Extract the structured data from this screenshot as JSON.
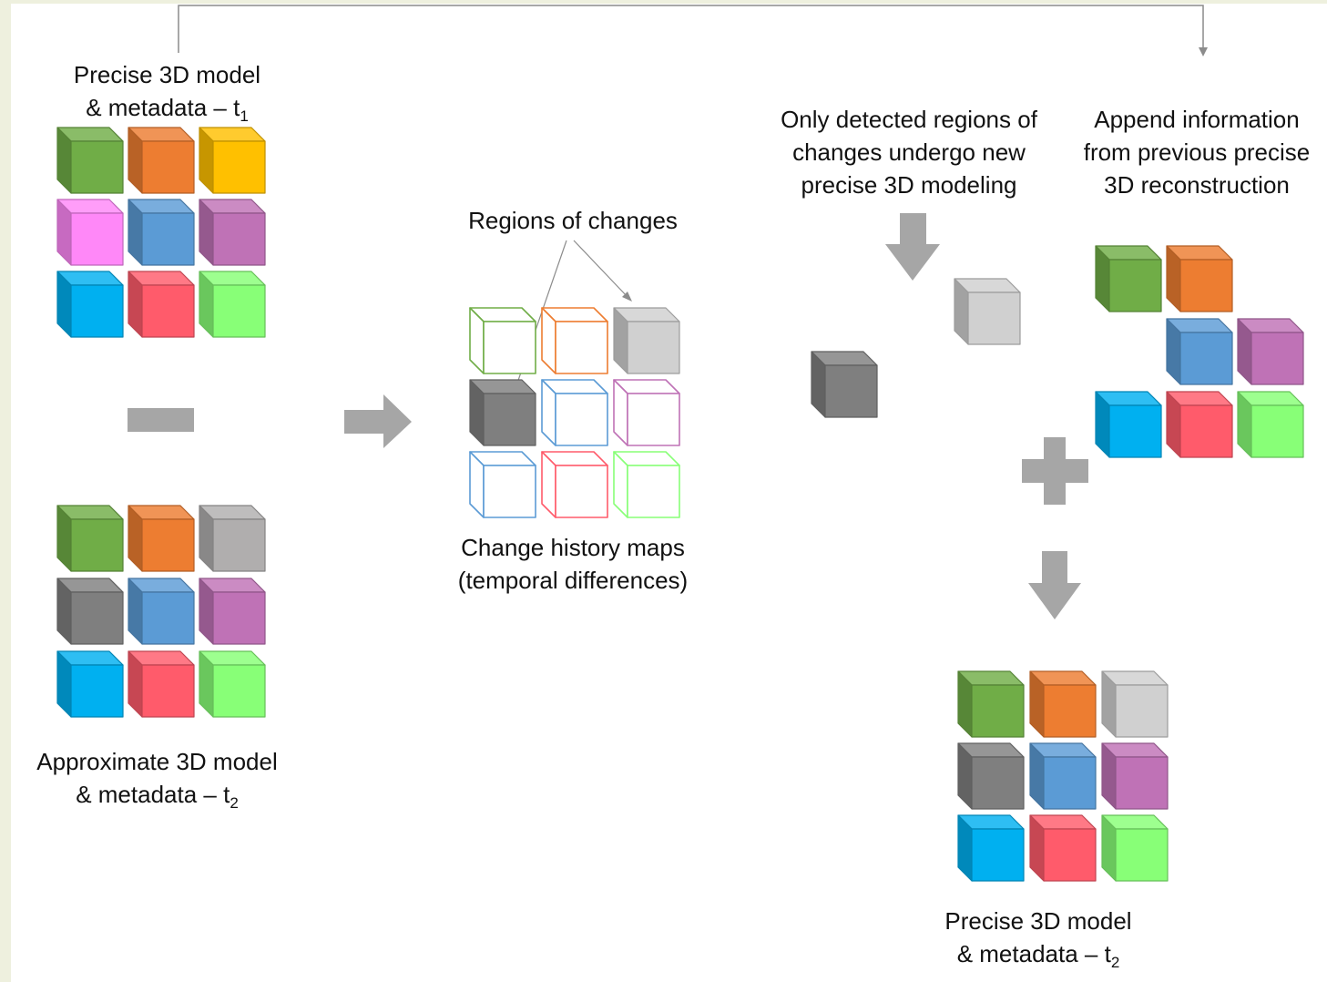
{
  "labels": {
    "t1_model_line1": "Precise 3D model",
    "t1_model_line2": "& metadata – t",
    "t1_model_sub": "1",
    "t2_approx_line1": "Approximate 3D model",
    "t2_approx_line2": "& metadata – t",
    "t2_approx_sub": "2",
    "regions_of_changes": "Regions of changes",
    "change_maps_line1": "Change history maps",
    "change_maps_line2": "(temporal differences)",
    "only_detected_line1": "Only detected regions of",
    "only_detected_line2": "changes undergo new",
    "only_detected_line3": "precise 3D modeling",
    "append_line1": "Append information",
    "append_line2": "from previous precise",
    "append_line3": "3D reconstruction",
    "t2_model_line1": "Precise 3D model",
    "t2_model_line2": "& metadata – t",
    "t2_model_sub": "2"
  },
  "colors": {
    "green": "#70ad47",
    "orange": "#ed7d31",
    "yellow": "#ffc000",
    "pink": "#ff88f8",
    "blue": "#5b9bd5",
    "purple": "#bf72b6",
    "cyan": "#00b0f0",
    "red": "#ff5b6b",
    "lime": "#88ff77",
    "light_gray": "#d0d0d0",
    "mid_gray": "#b0aeae",
    "dark_gray": "#7f7f7f",
    "arrow_gray": "#a6a6a6",
    "connector_gray": "#8c8c8c"
  },
  "grids": {
    "t1_precise": [
      "green",
      "orange",
      "yellow",
      "pink",
      "blue",
      "purple",
      "cyan",
      "red",
      "lime"
    ],
    "t2_approximate": [
      "green",
      "orange",
      "mid_gray",
      "dark_gray",
      "blue",
      "purple",
      "cyan",
      "red",
      "lime"
    ],
    "change_maps": [
      {
        "color": "green",
        "filled": false
      },
      {
        "color": "orange",
        "filled": false
      },
      {
        "color": "light_gray",
        "filled": true
      },
      {
        "color": "dark_gray",
        "filled": true
      },
      {
        "color": "blue",
        "filled": false
      },
      {
        "color": "purple",
        "filled": false
      },
      {
        "color": "blue",
        "filled": false
      },
      {
        "color": "red",
        "filled": false
      },
      {
        "color": "lime",
        "filled": false
      }
    ],
    "new_precise": [
      "light_gray",
      "dark_gray"
    ],
    "appended": [
      "green",
      "orange",
      null,
      null,
      "blue",
      "purple",
      "cyan",
      "red",
      "lime"
    ],
    "t2_precise": [
      "green",
      "orange",
      "light_gray",
      "dark_gray",
      "blue",
      "purple",
      "cyan",
      "red",
      "lime"
    ]
  },
  "icons": {
    "minus": "minus-icon",
    "plus": "plus-icon",
    "arrow_right": "arrow-right-icon",
    "arrow_down": "arrow-down-icon"
  }
}
